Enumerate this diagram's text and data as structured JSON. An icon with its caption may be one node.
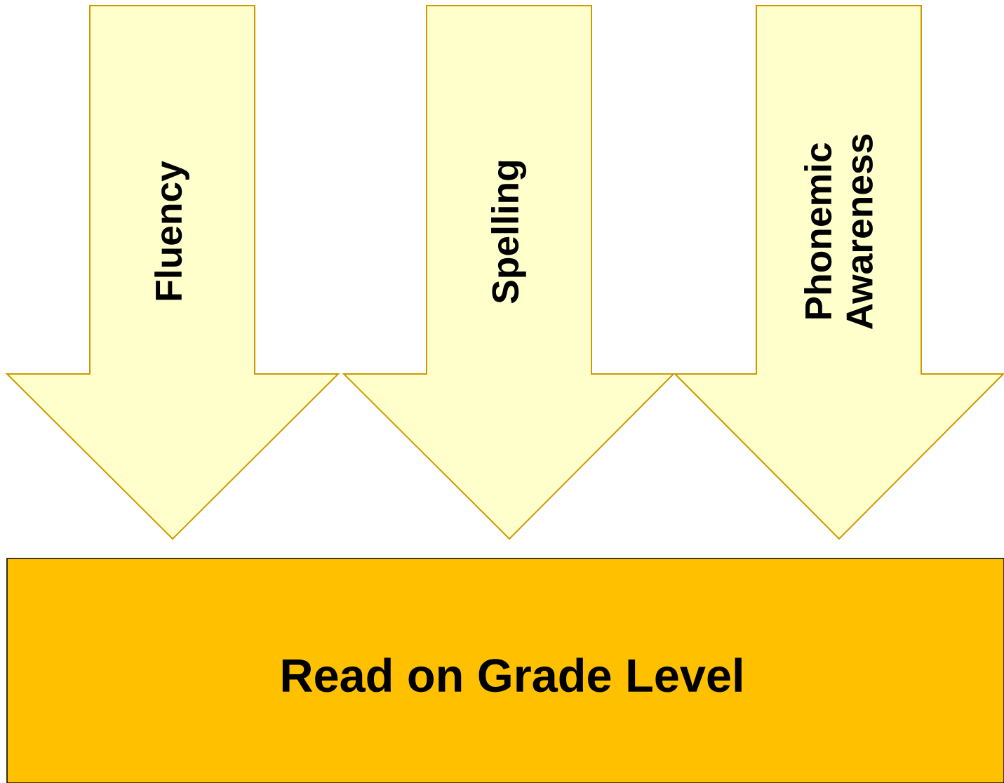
{
  "diagram": {
    "nodes": [
      {
        "text": [
          "Fluency"
        ]
      },
      {
        "text": [
          "Spelling"
        ]
      },
      {
        "text": [
          "Phonemic Awareness"
        ]
      },
      {
        "text": [
          "Read on Grade Level"
        ]
      }
    ],
    "edges": []
  }
}
